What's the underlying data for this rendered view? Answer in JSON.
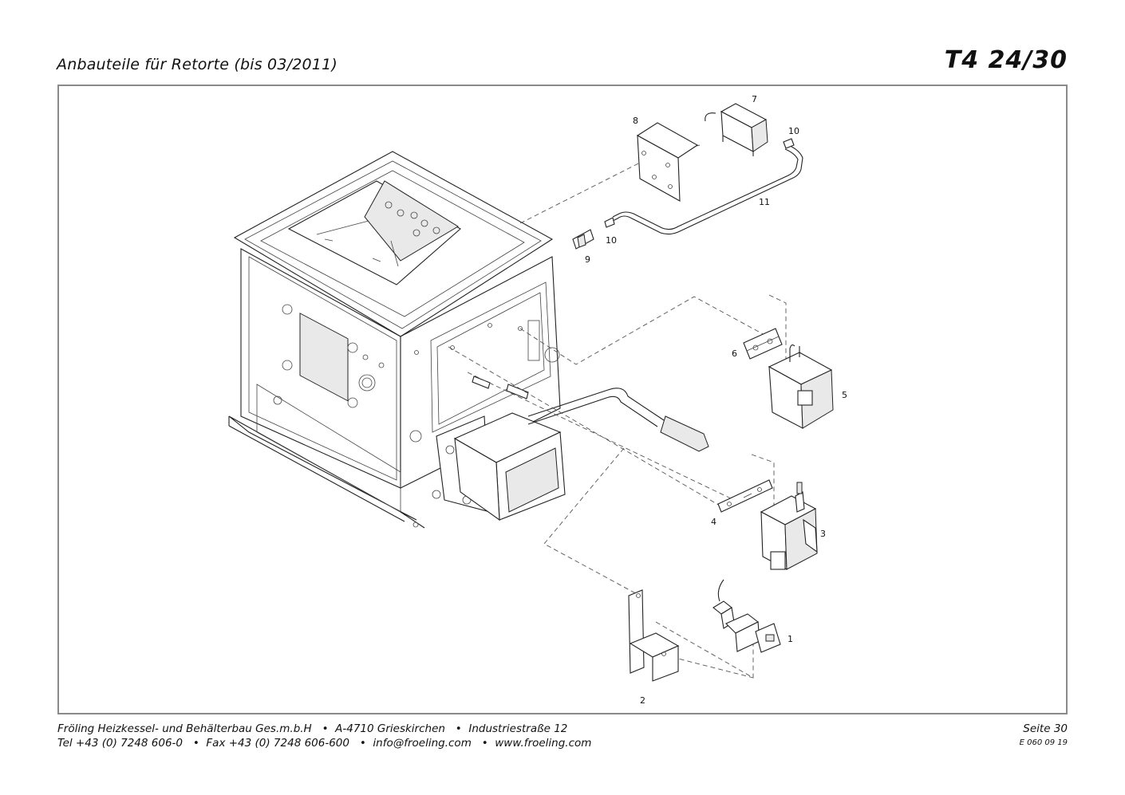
{
  "header": {
    "title": "Anbauteile für Retorte (bis 03/2011)",
    "model": "T4 24/30"
  },
  "parts": {
    "p1": "1",
    "p2": "2",
    "p3": "3",
    "p4": "4",
    "p5": "5",
    "p6": "6",
    "p7": "7",
    "p8": "8",
    "p9": "9",
    "p10a": "10",
    "p10b": "10",
    "p11": "11"
  },
  "footer": {
    "line1": "Fröling Heizkessel- und Behälterbau Ges.m.b.H   •  A-4710 Grieskirchen   •  Industriestraße 12",
    "line2": "Tel +43 (0) 7248 606-0   •  Fax +43 (0) 7248 606-600   •  info@froeling.com   •  www.froeling.com",
    "page": "Seite 30",
    "code": "E 060 09 19"
  }
}
